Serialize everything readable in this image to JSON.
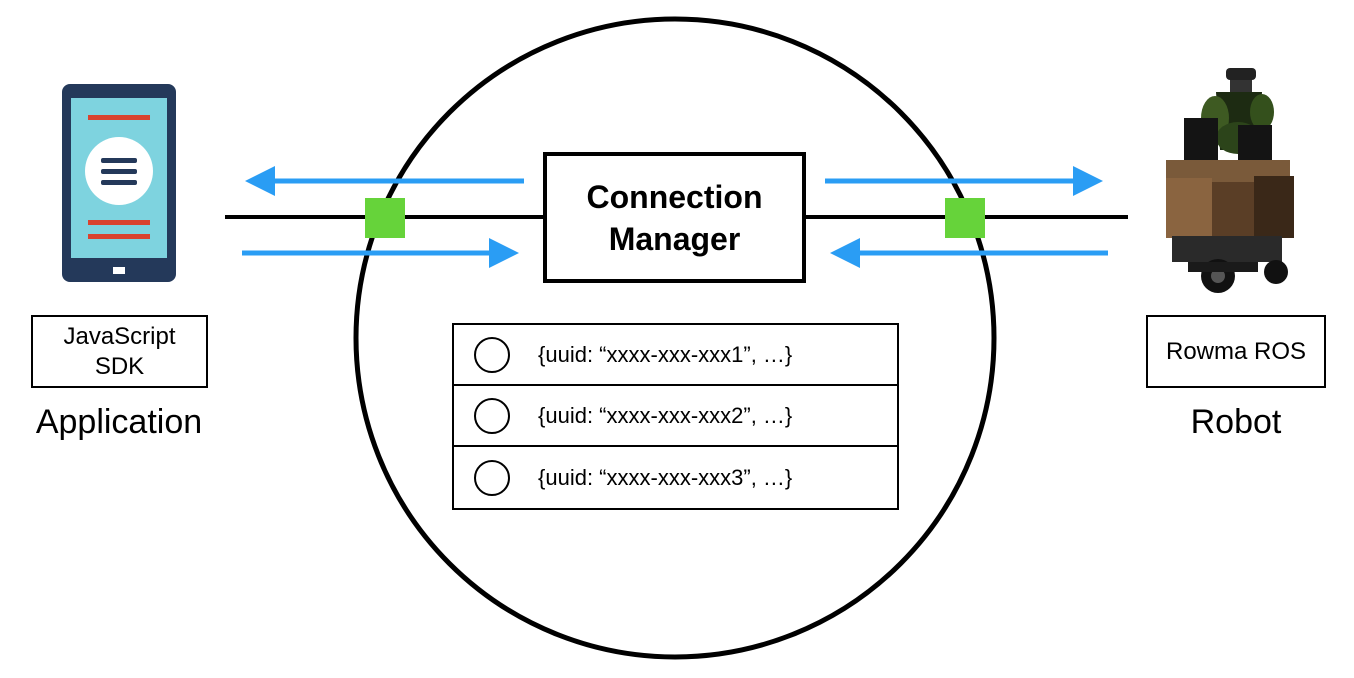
{
  "connection_manager": {
    "line1": "Connection",
    "line2": "Manager"
  },
  "sessions": [
    {
      "text": "{uuid: “xxxx-xxx-xxx1”, …}"
    },
    {
      "text": "{uuid: “xxxx-xxx-xxx2”, …}"
    },
    {
      "text": "{uuid: “xxxx-xxx-xxx3”, …}"
    }
  ],
  "left_node": {
    "sdk_line1": "JavaScript",
    "sdk_line2": "SDK",
    "caption": "Application",
    "icon": "smartphone-icon"
  },
  "right_node": {
    "sdk": "Rowma ROS",
    "caption": "Robot",
    "icon": "robot-image"
  },
  "colors": {
    "arrow": "#2a9df4",
    "connector": "#66d33a",
    "phone_body": "#24395a",
    "phone_screen": "#7ed3df",
    "phone_bars": "#d9432f"
  }
}
